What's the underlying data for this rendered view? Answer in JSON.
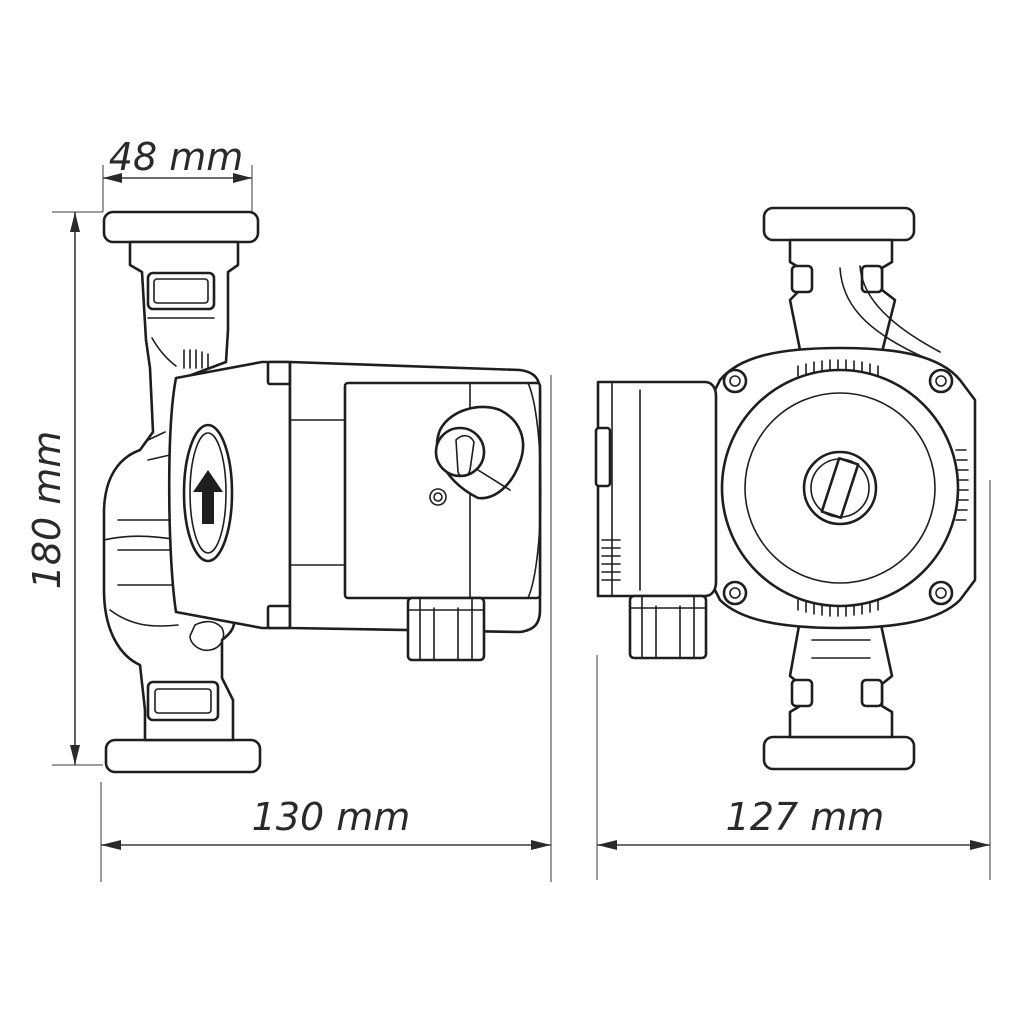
{
  "dimensions": {
    "width_side": "48 mm",
    "height": "180 mm",
    "length_side": "130 mm",
    "length_front": "127 mm"
  },
  "colors": {
    "line": "#1e1e1e",
    "background": "#ffffff",
    "text": "#2a2a2a"
  },
  "icons": {
    "flow_direction": "arrow-up-icon"
  }
}
